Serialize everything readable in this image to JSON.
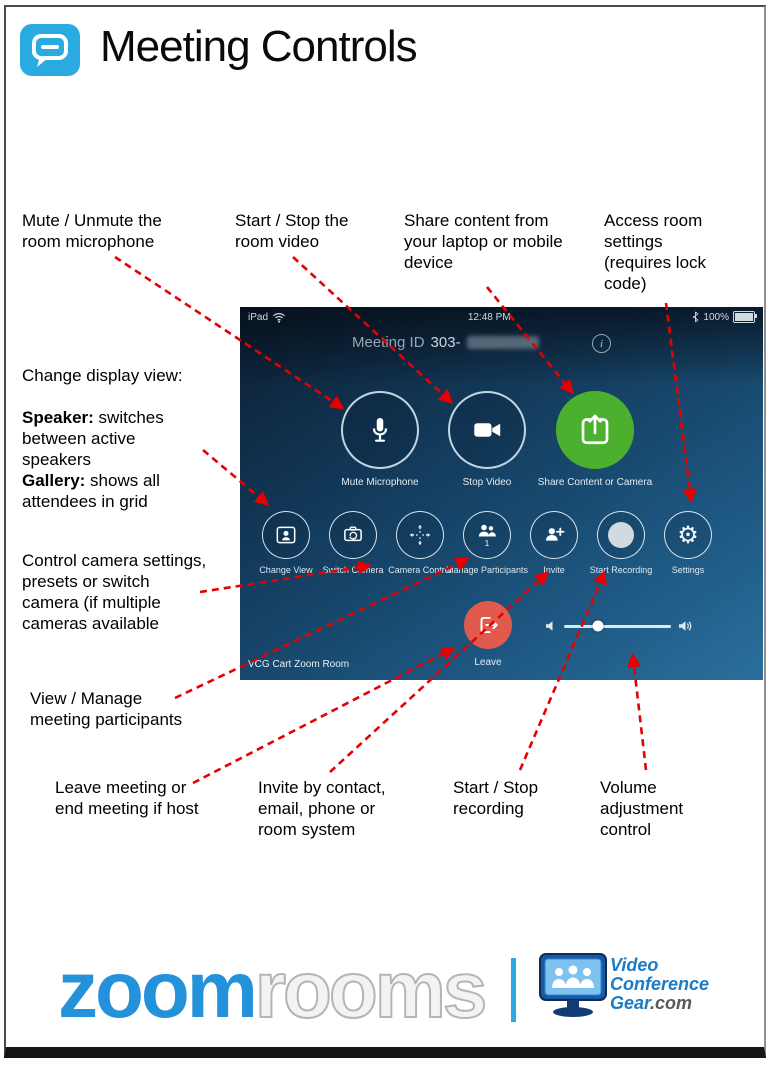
{
  "header": {
    "title": "Meeting Controls"
  },
  "annotations": {
    "mute": "Mute / Unmute the room microphone",
    "video": "Start / Stop the room video",
    "share": "Share content from your laptop or mobile device",
    "settings": "Access room settings (requires lock code)",
    "display_view": {
      "heading": "Change display view:",
      "speaker_label": "Speaker:",
      "speaker_text": " switches between active speakers",
      "gallery_label": "Gallery:",
      "gallery_text": " shows all attendees in grid"
    },
    "camera": "Control camera settings, presets or switch camera (if multiple cameras available",
    "participants": "View / Manage meeting participants",
    "leave": "Leave meeting or end meeting if host",
    "invite": "Invite by contact, email, phone or room system",
    "recording": "Start / Stop recording",
    "volume": "Volume adjustment control"
  },
  "screenshot": {
    "status_bar": {
      "device": "iPad",
      "time": "12:48 PM",
      "battery": "100%"
    },
    "meeting_id_label": "Meeting ID",
    "meeting_id_prefix": "303-",
    "big_buttons": [
      {
        "label": "Mute Microphone"
      },
      {
        "label": "Stop Video"
      },
      {
        "label": "Share Content or Camera"
      }
    ],
    "small_buttons": [
      {
        "label": "Change View"
      },
      {
        "label": "Switch Camera"
      },
      {
        "label": "Camera Control"
      },
      {
        "label": "Manage Participants",
        "badge": "1"
      },
      {
        "label": "Invite"
      },
      {
        "label": "Start Recording"
      },
      {
        "label": "Settings"
      }
    ],
    "leave_label": "Leave",
    "room_name": "VCG Cart Zoom Room"
  },
  "icons": {
    "gear": "⚙",
    "info": "i"
  },
  "footer": {
    "zoom": "zoom",
    "rooms": "rooms",
    "vcg": {
      "line1": "Video",
      "line2": "Conference",
      "line3": "Gear",
      "dotcom": ".com"
    }
  },
  "colors": {
    "arrow": "#e60000",
    "accent_blue": "#29abe2",
    "share_green": "#4cb02f",
    "leave_red": "#e05a4e"
  }
}
